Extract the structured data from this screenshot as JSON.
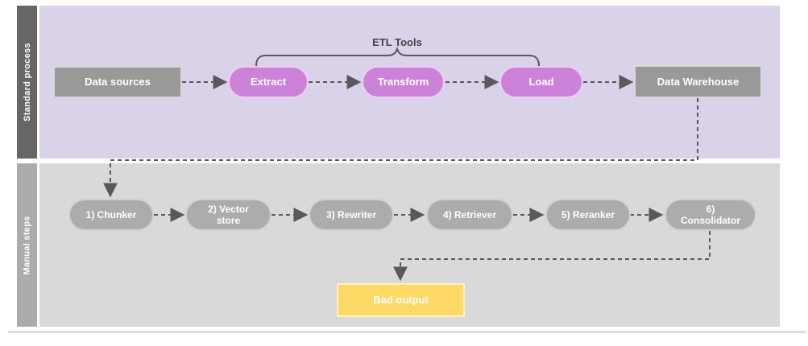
{
  "lanes": {
    "standard": {
      "label": "Standard process",
      "annotation": "ETL Tools",
      "nodes": {
        "data_sources": "Data sources",
        "extract": "Extract",
        "transform": "Transform",
        "load": "Load",
        "data_warehouse": "Data Warehouse"
      }
    },
    "manual": {
      "label": "Manual steps",
      "nodes": {
        "chunker": "1) Chunker",
        "vector_store": "2) Vector store",
        "rewriter": "3) Rewriter",
        "retriever": "4) Retriever",
        "reranker": "5) Reranker",
        "consolidator": "6) Consolidator",
        "bad_output": "Bad output"
      }
    }
  },
  "colors": {
    "standard_lane_bg": "#D9D2E9",
    "standard_label_bg": "#666666",
    "manual_lane_bg": "#D9D9D9",
    "manual_label_bg": "#ABABAB",
    "process_box_gray": "#999999",
    "etl_pill_pink": "#CD82D9",
    "step_pill_gray": "#ACACAC",
    "warning_box_yellow": "#FFD966",
    "connector_gray": "#595959",
    "node_text": "#FFFFFF",
    "caption_text": "#434343"
  }
}
